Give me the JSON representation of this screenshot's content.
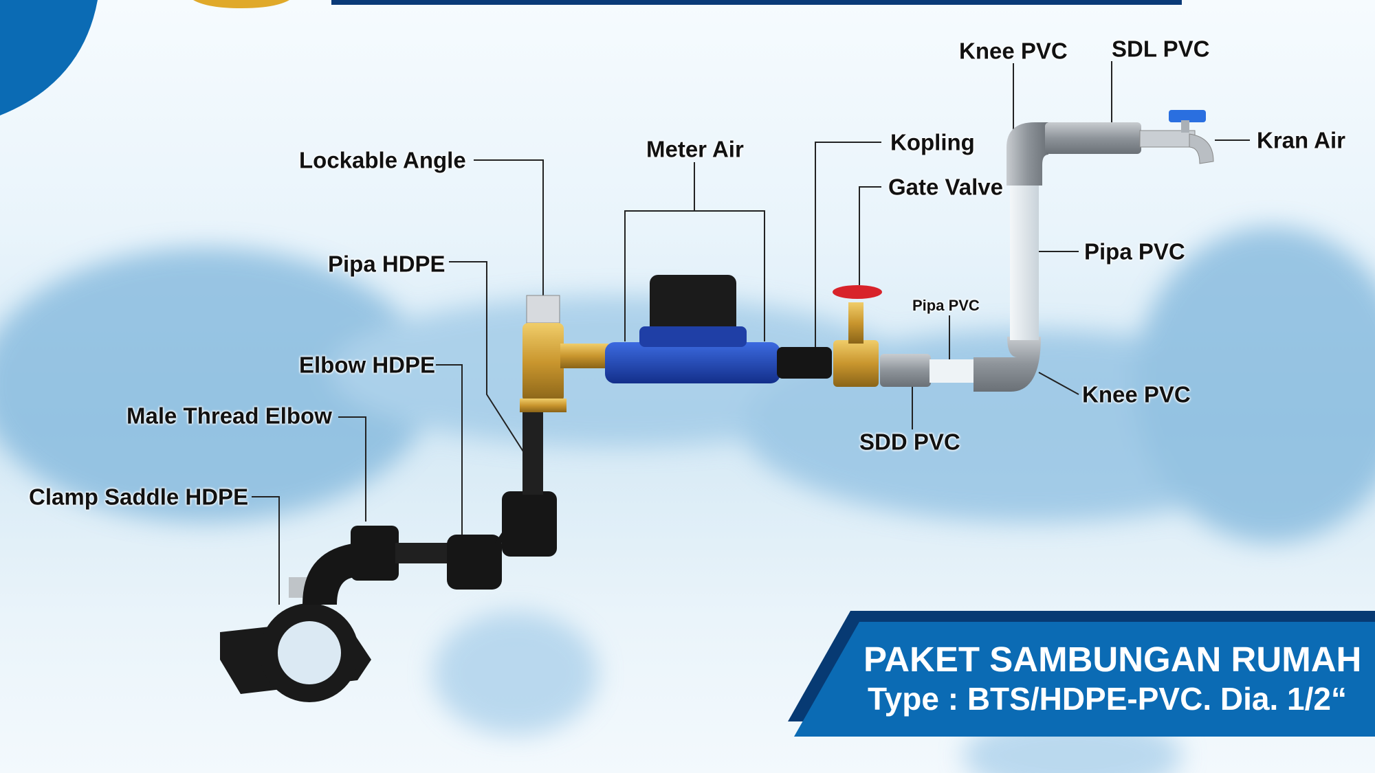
{
  "title": "PAKET SAMBUNGAN RUMAH",
  "subtitle": "Type : BTS/HDPE-PVC. Dia. 1/2“",
  "colors": {
    "banner_blue": "#0b6bb4",
    "banner_dark": "#073a73",
    "hdpe": "#141414",
    "brass": "#c9962e",
    "meter": "#1f46b8",
    "pvc_gray": "#9aa0a6",
    "pvc_white": "#e8eef2",
    "handle_red": "#d8232a"
  },
  "labels": {
    "lockable_angle": "Lockable Angle",
    "meter_air": "Meter Air",
    "kopling": "Kopling",
    "gate_valve": "Gate Valve",
    "knee_pvc_top": "Knee PVC",
    "sdl_pvc": "SDL PVC",
    "kran_air": "Kran Air",
    "pipa_pvc_vertical": "Pipa PVC",
    "pipa_pvc_small": "Pipa PVC",
    "knee_pvc_bottom": "Knee PVC",
    "sdd_pvc": "SDD PVC",
    "pipa_hdpe": "Pipa HDPE",
    "elbow_hdpe": "Elbow HDPE",
    "male_thread_elbow": "Male Thread Elbow",
    "clamp_saddle_hdpe": "Clamp Saddle HDPE"
  }
}
